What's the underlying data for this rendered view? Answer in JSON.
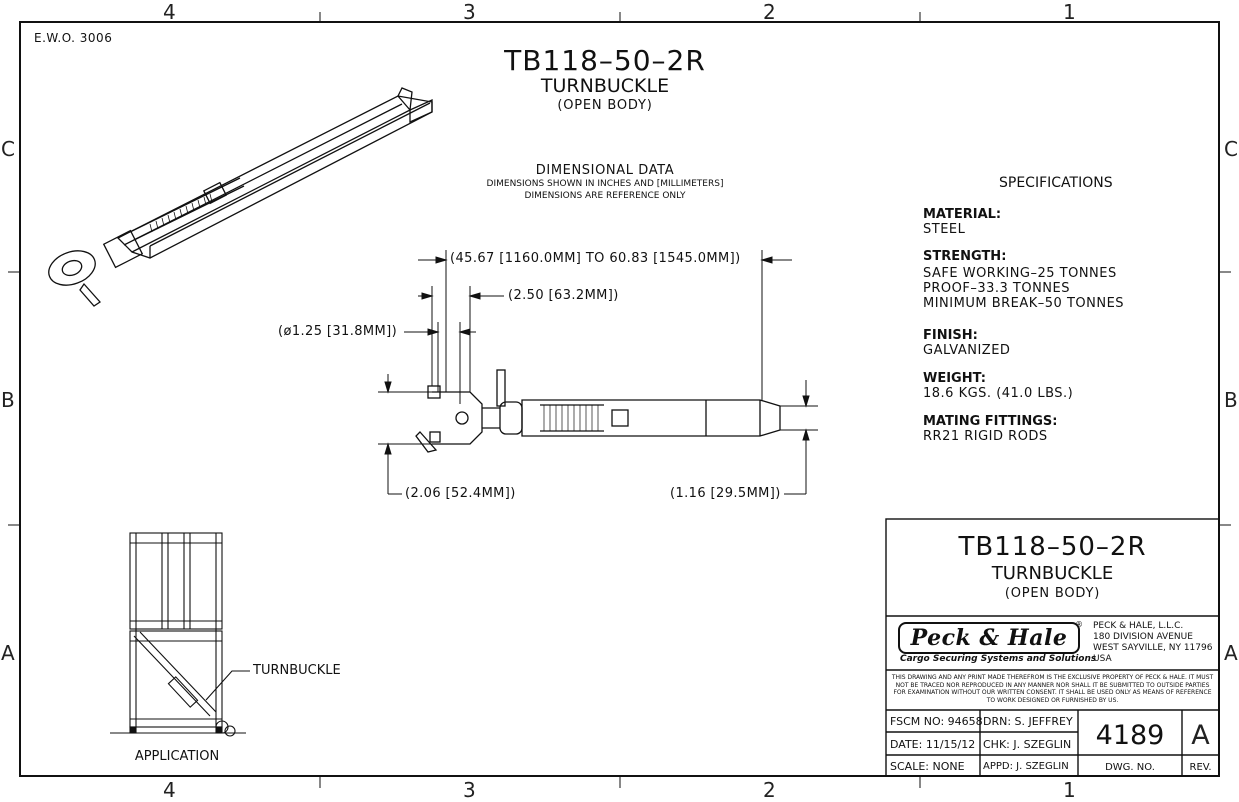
{
  "border_labels": {
    "top": [
      "4",
      "3",
      "2",
      "1"
    ],
    "bottom": [
      "4",
      "3",
      "2",
      "1"
    ],
    "left": [
      "C",
      "B",
      "A"
    ],
    "right": [
      "C",
      "B",
      "A"
    ]
  },
  "ewo": "E.W.O. 3006",
  "header": {
    "part_number": "TB118–50–2R",
    "name": "TURNBUCKLE",
    "variant": "(OPEN BODY)"
  },
  "dimensional": {
    "title": "DIMENSIONAL DATA",
    "line1": "DIMENSIONS SHOWN IN INCHES AND [MILLIMETERS]",
    "line2": "DIMENSIONS ARE REFERENCE ONLY",
    "overall_length": "(45.67 [1160.0MM] TO 60.83 [1545.0MM])",
    "jaw_length": "(2.50 [63.2MM])",
    "pin_dia": "(ø1.25 [31.8MM])",
    "jaw_width": "(2.06 [52.4MM])",
    "end_dia": "(1.16 [29.5MM])"
  },
  "specifications": {
    "title": "SPECIFICATIONS",
    "groups": [
      {
        "heading": "MATERIAL:",
        "lines": [
          "STEEL"
        ]
      },
      {
        "heading": "STRENGTH:",
        "lines": [
          "SAFE WORKING–25 TONNES",
          "PROOF–33.3 TONNES",
          "MINIMUM BREAK–50 TONNES"
        ]
      },
      {
        "heading": "FINISH:",
        "lines": [
          "GALVANIZED"
        ]
      },
      {
        "heading": "WEIGHT:",
        "lines": [
          "18.6 KGS. (41.0 LBS.)"
        ]
      },
      {
        "heading": "MATING FITTINGS:",
        "lines": [
          "RR21 RIGID RODS"
        ]
      }
    ]
  },
  "application": {
    "label": "APPLICATION",
    "callout": "TURNBUCKLE"
  },
  "title_block": {
    "part_number": "TB118–50–2R",
    "name": "TURNBUCKLE",
    "variant": "(OPEN BODY)",
    "logo": "Peck & Hale",
    "logo_tagline": "Cargo Securing Systems and Solutions",
    "company": [
      "PECK & HALE, L.L.C.",
      "180 DIVISION AVENUE",
      "WEST SAYVILLE, NY 11796",
      "USA"
    ],
    "notice": "THIS DRAWING AND ANY PRINT MADE THEREFROM IS THE EXCLUSIVE PROPERTY OF PECK & HALE. IT MUST NOT BE TRACED NOR REPRODUCED IN ANY MANNER NOR SHALL IT BE SUBMITTED TO OUTSIDE PARTIES FOR EXAMINATION WITHOUT OUR WRITTEN CONSENT. IT SHALL BE USED ONLY AS MEANS OF REFERENCE TO WORK DESIGNED OR FURNISHED BY US.",
    "fscm": "FSCM NO: 94658",
    "date": "DATE: 11/15/12",
    "scale": "SCALE: NONE",
    "drn": "DRN: S. JEFFREY",
    "chk": "CHK: J. SZEGLIN",
    "appd": "APPD: J. SZEGLIN",
    "dwg_no": "4189",
    "dwg_label": "DWG. NO.",
    "rev": "A",
    "rev_label": "REV."
  }
}
